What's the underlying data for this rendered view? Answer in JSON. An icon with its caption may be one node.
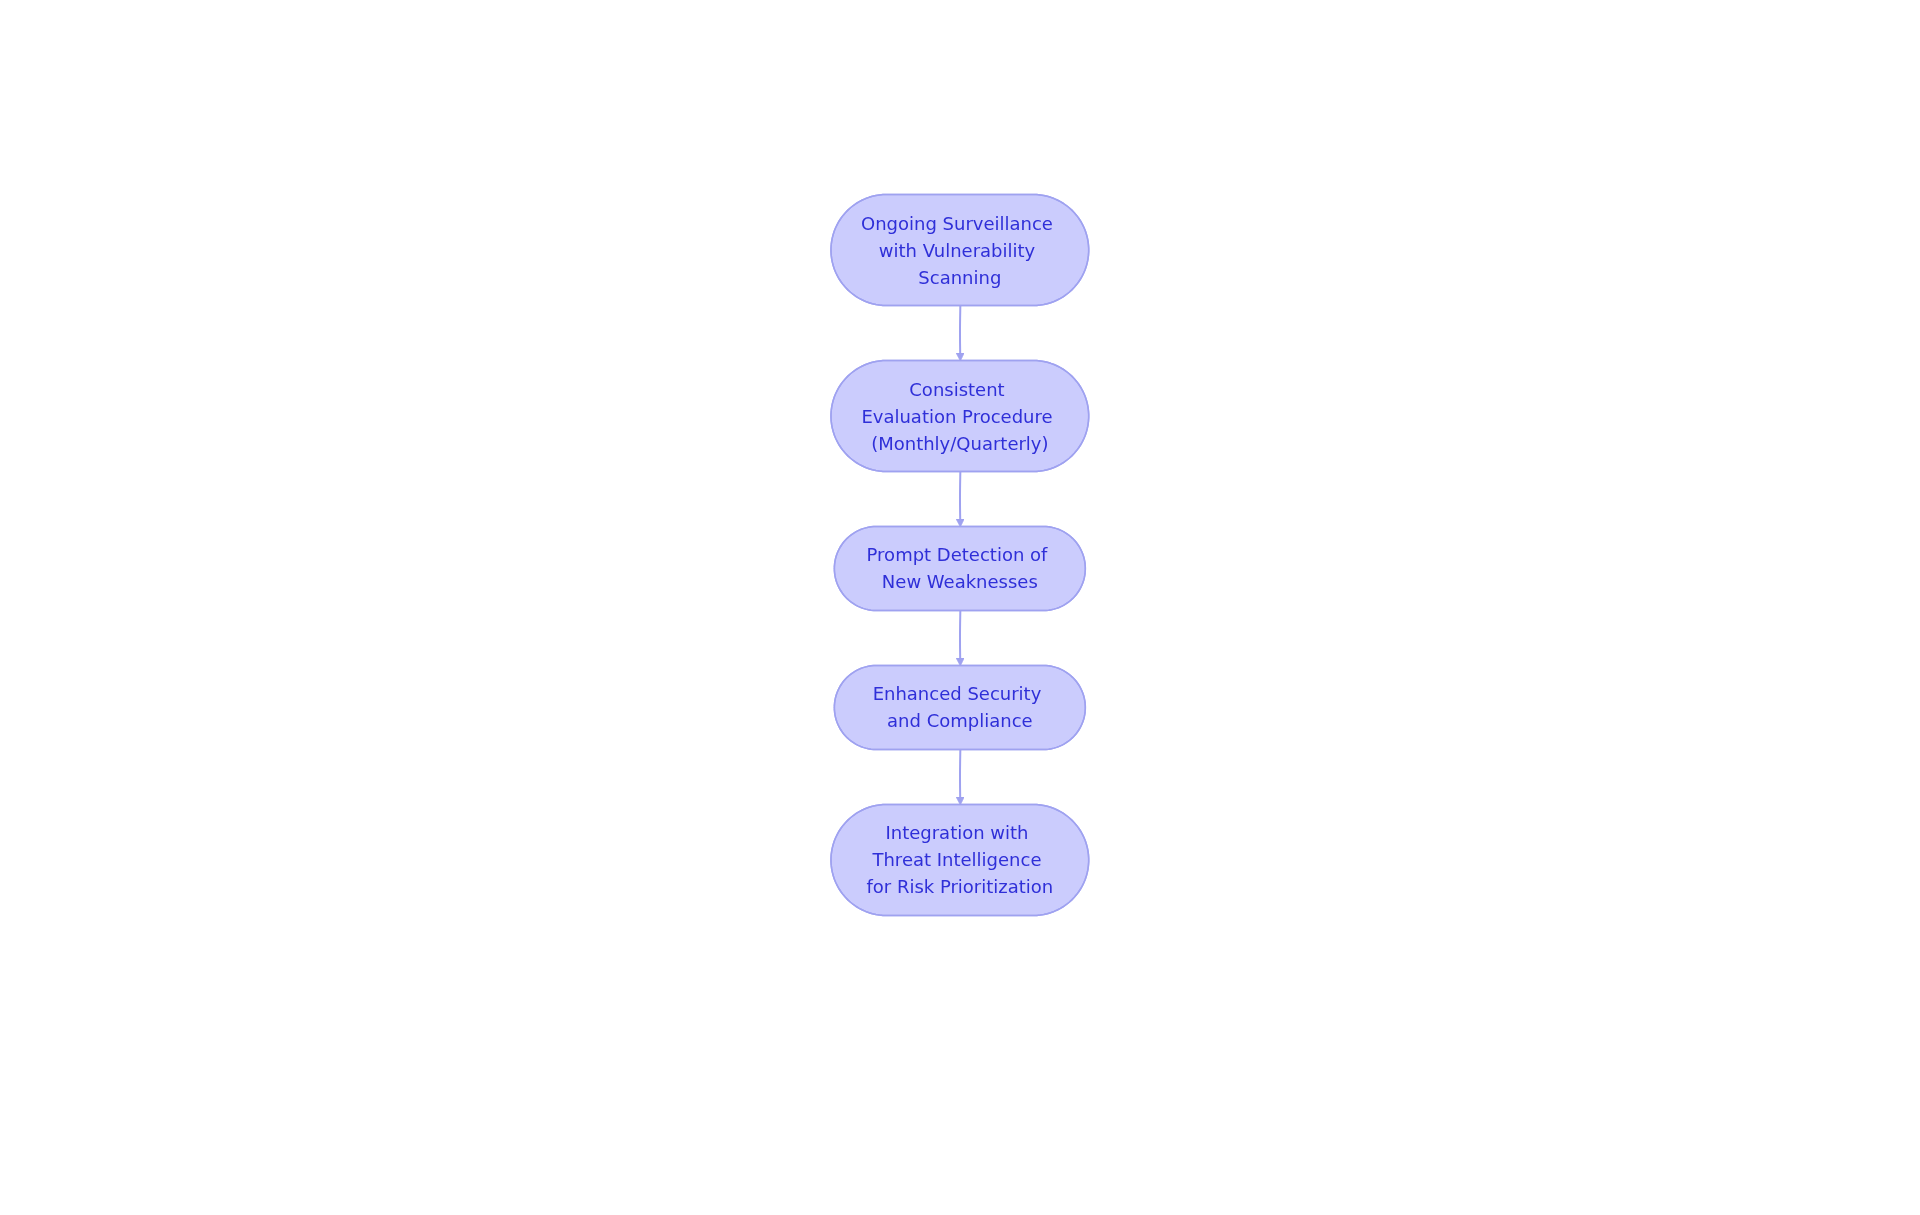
{
  "diagram": {
    "nodes": [
      {
        "text": [
          "Ongoing Surveillance with Vulnerability Scanning"
        ]
      },
      {
        "text": [
          "Consistent Evaluation Procedure (Monthly/Quarterly)"
        ]
      },
      {
        "text": [
          "Prompt Detection of New Weaknesses"
        ]
      },
      {
        "text": [
          "Enhanced Security and Compliance"
        ]
      },
      {
        "text": [
          "Integration with Threat Intelligence for Risk Prioritization"
        ]
      }
    ],
    "edges": [
      {
        "from": 0,
        "to": 1,
        "arrow": "to"
      },
      {
        "from": 1,
        "to": 2,
        "arrow": "to"
      },
      {
        "from": 2,
        "to": 3,
        "arrow": "to"
      },
      {
        "from": 3,
        "to": 4,
        "arrow": "to"
      }
    ]
  }
}
